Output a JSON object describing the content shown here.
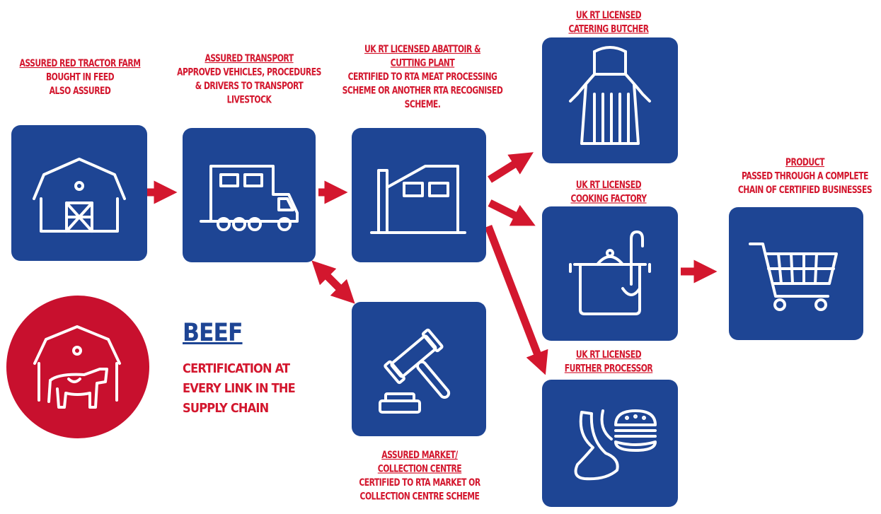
{
  "colors": {
    "blue": "#1e4594",
    "red": "#d3172e",
    "badge_red": "#c8102e",
    "white": "#ffffff"
  },
  "stages": {
    "farm": {
      "title": "ASSURED RED TRACTOR FARM",
      "desc": "BOUGHT IN FEED ALSO ASSURED",
      "icon": "barn-icon"
    },
    "transport": {
      "title": "ASSURED TRANSPORT",
      "desc": "APPROVED VEHICLES, PROCEDURES & DRIVERS TO TRANSPORT LIVESTOCK",
      "icon": "truck-icon"
    },
    "abattoir": {
      "title": "UK RT LICENSED ABATTOIR & CUTTING PLANT",
      "desc": "CERTIFIED TO RTA MEAT PROCESSING SCHEME OR ANOTHER RTA RECOGNISED SCHEME.",
      "icon": "factory-icon"
    },
    "market": {
      "title": "ASSURED MARKET/ COLLECTION CENTRE",
      "desc": "CERTIFIED TO RTA MARKET OR COLLECTION CENTRE SCHEME",
      "icon": "gavel-icon"
    },
    "catering": {
      "title": "UK RT LICENSED CATERING BUTCHER",
      "icon": "apron-icon"
    },
    "cooking": {
      "title": "UK RT LICENSED COOKING FACTORY",
      "icon": "cooking-pot-icon"
    },
    "processor": {
      "title": "UK RT LICENSED FURTHER PROCESSOR",
      "icon": "meat-and-burger-icon"
    },
    "product": {
      "title": "PRODUCT",
      "desc": "PASSED THROUGH A COMPLETE CHAIN OF CERTIFIED BUSINESSES",
      "icon": "shopping-cart-icon"
    }
  },
  "badge": {
    "icon": "barn-with-cow-icon",
    "title": "BEEF",
    "subtitle": "CERTIFICATION AT EVERY LINK IN THE SUPPLY CHAIN"
  }
}
